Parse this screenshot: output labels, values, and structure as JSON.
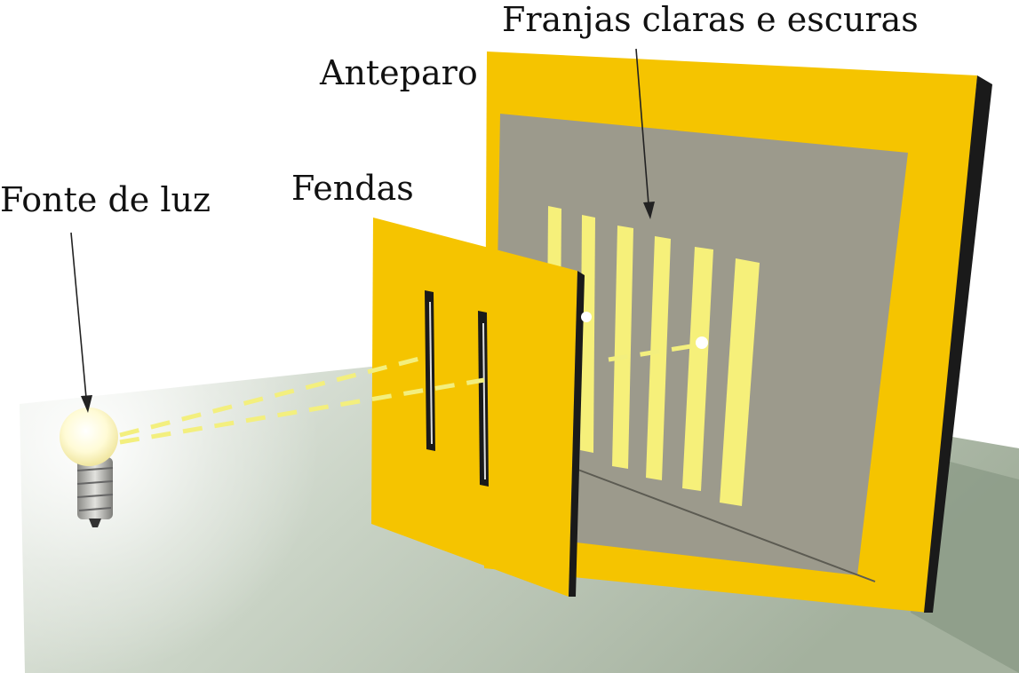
{
  "labels": {
    "fringes": "Franjas claras e escuras",
    "screen": "Anteparo",
    "slits": "Fendas",
    "source": "Fonte de luz"
  },
  "colors": {
    "panel_yellow": "#f5c400",
    "screen_gray": "#9c9a8c",
    "fringe_light": "#f6f07a",
    "floor_light": "#eef1ec",
    "floor_dark": "#a8b4a2",
    "light_ray": "#f3ef7e",
    "bulb_glow": "#fffbd6"
  },
  "icons": {
    "light_source": "light-bulb-icon"
  }
}
